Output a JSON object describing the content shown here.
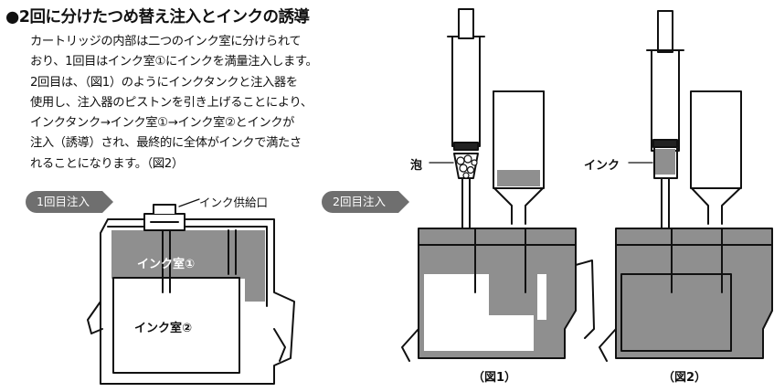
{
  "title": "●2回に分けたつめ替え注入とインクの誘導",
  "body_lines": [
    "カートリッジの内部は二つのインク室に分けられて",
    "おり、1回目はインク室①にインクを満量注入します。",
    "2回目は、（図1）のようにインクタンクと注入器を",
    "使用し、注入器のピストンを引き上げることにより、",
    "インクタンク→インク室①→インク室②とインクが",
    "注入（誘導）され、最終的に全体がインクで満たさ",
    "れることになります。（図2）"
  ],
  "diagram1": {
    "badge": "1回目注入",
    "port_label": "インク供給口",
    "chamber1_label": "インク室①",
    "chamber2_label": "インク室②"
  },
  "diagram2": {
    "badge": "2回目注入"
  },
  "fig1": {
    "bubble_label": "泡",
    "caption": "（図1）"
  },
  "fig2": {
    "ink_label": "インク",
    "caption": "（図2）"
  },
  "colors": {
    "ink": "#8f8f8f",
    "line": "#111111",
    "badge": "#6f6f6f"
  }
}
